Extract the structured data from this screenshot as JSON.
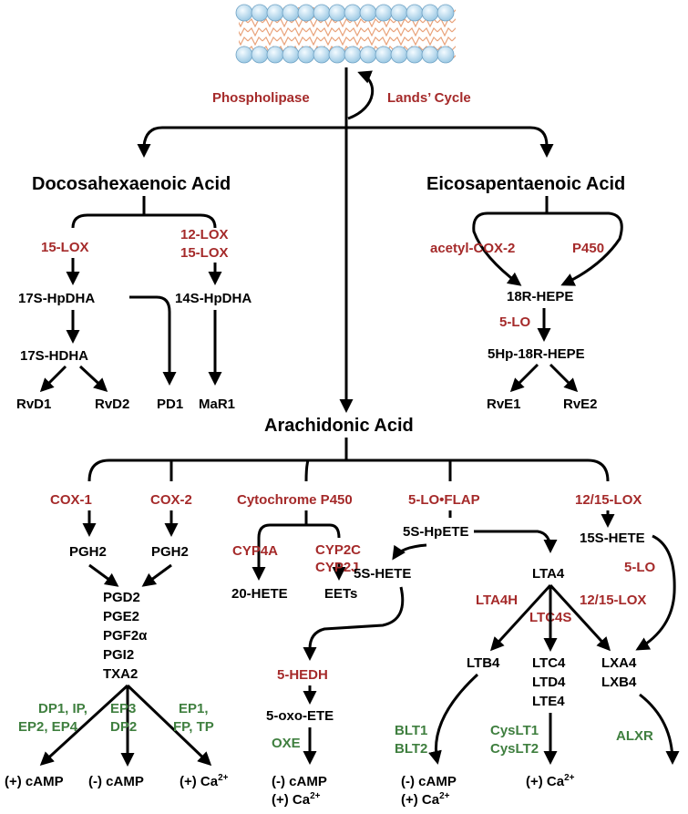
{
  "colors": {
    "enzyme": "#a52a2a",
    "receptor": "#3f7f3f",
    "metabolite": "#000000"
  },
  "membrane_label_left": "Phospholipase",
  "membrane_label_right": "Lands’ Cycle",
  "dha": {
    "title": "Docosahexaenoic Acid",
    "enz_15lox": "15-LOX",
    "enz_12lox": "12-LOX",
    "enz_15lox_b": "15-LOX",
    "m_17s_hpdha": "17S-HpDHA",
    "m_14s_hpdha": "14S-HpDHA",
    "m_17s_hdha": "17S-HDHA",
    "rvd1": "RvD1",
    "rvd2": "RvD2",
    "pd1": "PD1",
    "mar1": "MaR1"
  },
  "epa": {
    "title": "Eicosapentaenoic Acid",
    "enz_acetyl": "acetyl-COX-2",
    "enz_p450": "P450",
    "m_18r": "18R-HEPE",
    "enz_5lo": "5-LO",
    "m_5hp": "5Hp-18R-HEPE",
    "rve1": "RvE1",
    "rve2": "RvE2"
  },
  "aa": {
    "title": "Arachidonic Acid",
    "cox1": "COX-1",
    "cox2": "COX-2",
    "pgh2_a": "PGH2",
    "pgh2_b": "PGH2",
    "prostanoids": [
      "PGD2",
      "PGE2",
      "PGF2α",
      "PGI2",
      "TXA2"
    ],
    "rec_left_1": "DP1, IP,",
    "rec_left_2": "EP2, EP4",
    "rec_mid_1": "EP3",
    "rec_mid_2": "DP2",
    "rec_right_1": "EP1,",
    "rec_right_2": "FP, TP",
    "out_camp_pos": "(+) cAMP",
    "out_camp_neg": "(-) cAMP",
    "out_ca_pos": "(+) Ca",
    "cyp450": "Cytochrome P450",
    "cyp4a": "CYP4A",
    "cyp2c": "CYP2C",
    "cyp2j": "CYP2J",
    "hete20": "20-HETE",
    "eets": "EETs",
    "lo_flap": "5-LO•FLAP",
    "hpete5s": "5S-HpETE",
    "hete5s": "5S-HETE",
    "hedh5": "5-HEDH",
    "oxoete": "5-oxo-ETE",
    "oxe": "OXE",
    "oxe_out_1": "(-) cAMP",
    "oxe_out_2": "(+) Ca",
    "lta4": "LTA4",
    "lta4h": "LTA4H",
    "ltc4s": "LTC4S",
    "lox1215_b": "12/15-LOX",
    "ltb4": "LTB4",
    "ltc4": "LTC4",
    "ltd4": "LTD4",
    "lte4": "LTE4",
    "blt1": "BLT1",
    "blt2": "BLT2",
    "blt_out_1": "(-) cAMP",
    "blt_out_2": "(+) Ca",
    "cyslt1": "CysLT1",
    "cyslt2": "CysLT2",
    "cyslt_out": "(+) Ca",
    "lox1215": "12/15-LOX",
    "hete15s": "15S-HETE",
    "lo5": "5-LO",
    "lxa4": "LXA4",
    "lxb4": "LXB4",
    "alxr": "ALXR",
    "sup2": "2+"
  }
}
